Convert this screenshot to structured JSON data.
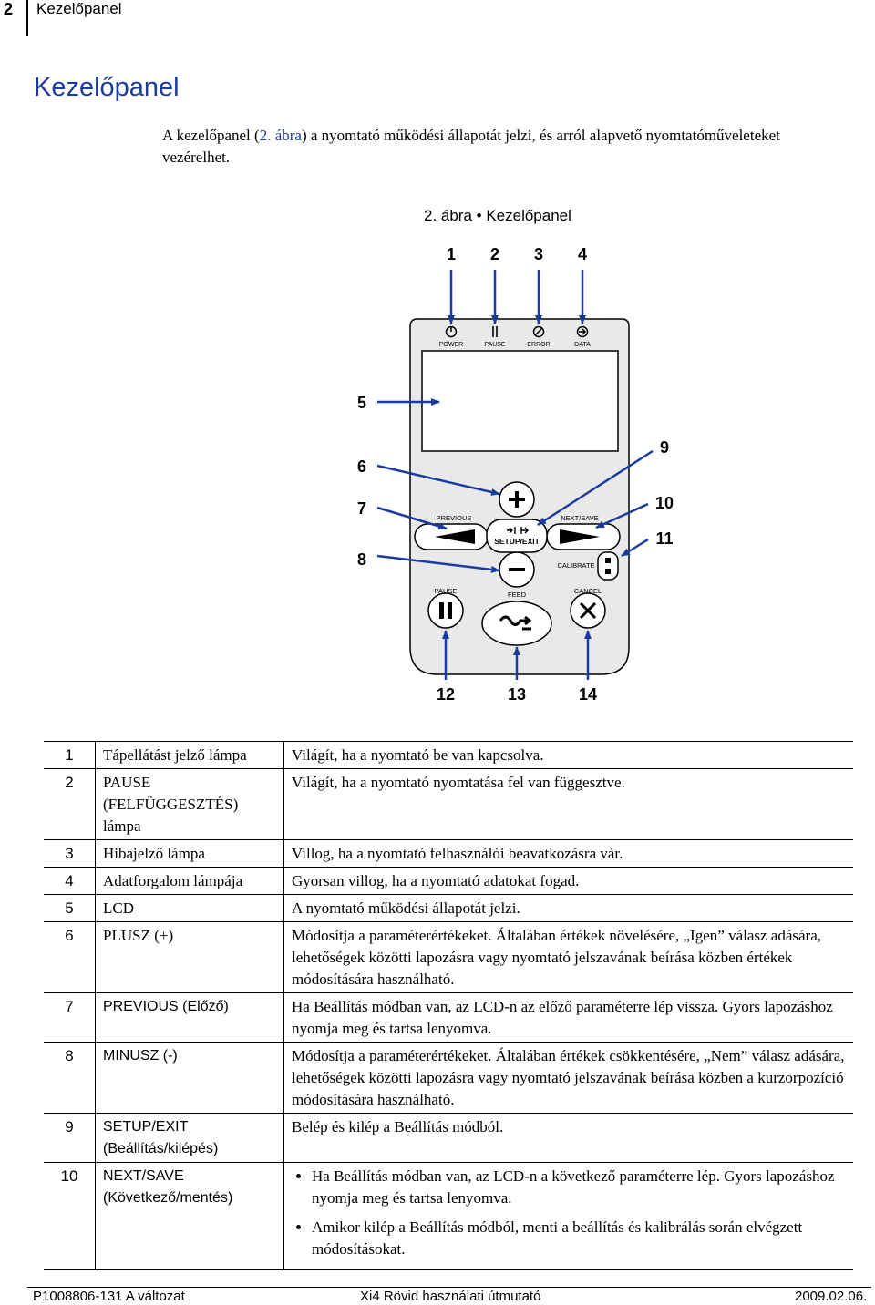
{
  "header": {
    "page_number": "2",
    "title": "Kezelőpanel"
  },
  "title": "Kezelőpanel",
  "intro": {
    "before": "A kezelőpanel (",
    "link": "2. ábra",
    "after": ") a nyomtató működési állapotát jelzi, és arról alapvető nyomtatóműveleteket vezérelhet."
  },
  "figure": {
    "caption": "2. ábra • Kezelőpanel",
    "callouts": [
      "1",
      "2",
      "3",
      "4",
      "5",
      "6",
      "7",
      "8",
      "9",
      "10",
      "11",
      "12",
      "13",
      "14"
    ],
    "led_labels": [
      "POWER",
      "PAUSE",
      "ERROR",
      "DATA"
    ],
    "button_labels": {
      "previous": "PREVIOUS",
      "next": "NEXT/SAVE",
      "setup": "SETUP/EXIT",
      "calibrate": "CALIBRATE",
      "pause": "PAUSE",
      "feed": "FEED",
      "cancel": "CANCEL"
    }
  },
  "rows": [
    {
      "num": "1",
      "name": "Tápellátást jelző lámpa",
      "text": "Világít, ha a nyomtató be van kapcsolva."
    },
    {
      "num": "2",
      "name": "PAUSE (FELFÜGGESZTÉS) lámpa",
      "text": "Világít, ha a nyomtató nyomtatása fel van függesztve."
    },
    {
      "num": "3",
      "name": "Hibajelző lámpa",
      "text": "Villog, ha a nyomtató felhasználói beavatkozásra vár."
    },
    {
      "num": "4",
      "name": "Adatforgalom lámpája",
      "text": "Gyorsan villog, ha a nyomtató adatokat fogad."
    },
    {
      "num": "5",
      "name": "LCD",
      "text": "A nyomtató működési állapotát jelzi."
    },
    {
      "num": "6",
      "name": "PLUSZ (+)",
      "text": "Módosítja a paraméterértékeket. Általában értékek növelésére, „Igen” válasz adására, lehetőségek közötti lapozásra vagy nyomtató jelszavának beírása közben értékek módosítására használható."
    },
    {
      "num": "7",
      "name": "PREVIOUS (Előző)",
      "text": "Ha Beállítás módban van, az LCD-n az előző paraméterre lép vissza. Gyors lapozáshoz nyomja meg és tartsa lenyomva."
    },
    {
      "num": "8",
      "name": "MINUSZ (-)",
      "text": "Módosítja a paraméterértékeket. Általában értékek csökkentésére, „Nem” válasz adására, lehetőségek közötti lapozásra vagy nyomtató jelszavának beírása közben a kurzorpozíció módosítására használható."
    },
    {
      "num": "9",
      "name": "SETUP/EXIT (Beállítás/kilépés)",
      "text": "Belép és kilép a Beállítás módból."
    },
    {
      "num": "10",
      "name": "NEXT/SAVE (Következő/mentés)",
      "bullets": [
        "Ha Beállítás módban van, az LCD-n a következő paraméterre lép. Gyors lapozáshoz nyomja meg és tartsa lenyomva.",
        "Amikor kilép a Beállítás módból, menti a beállítás és kalibrálás során elvégzett módosításokat."
      ]
    }
  ],
  "footer": {
    "left": "P1008806-131 A változat",
    "center": "Xi4 Rövid használati útmutató",
    "right": "2009.02.06."
  }
}
